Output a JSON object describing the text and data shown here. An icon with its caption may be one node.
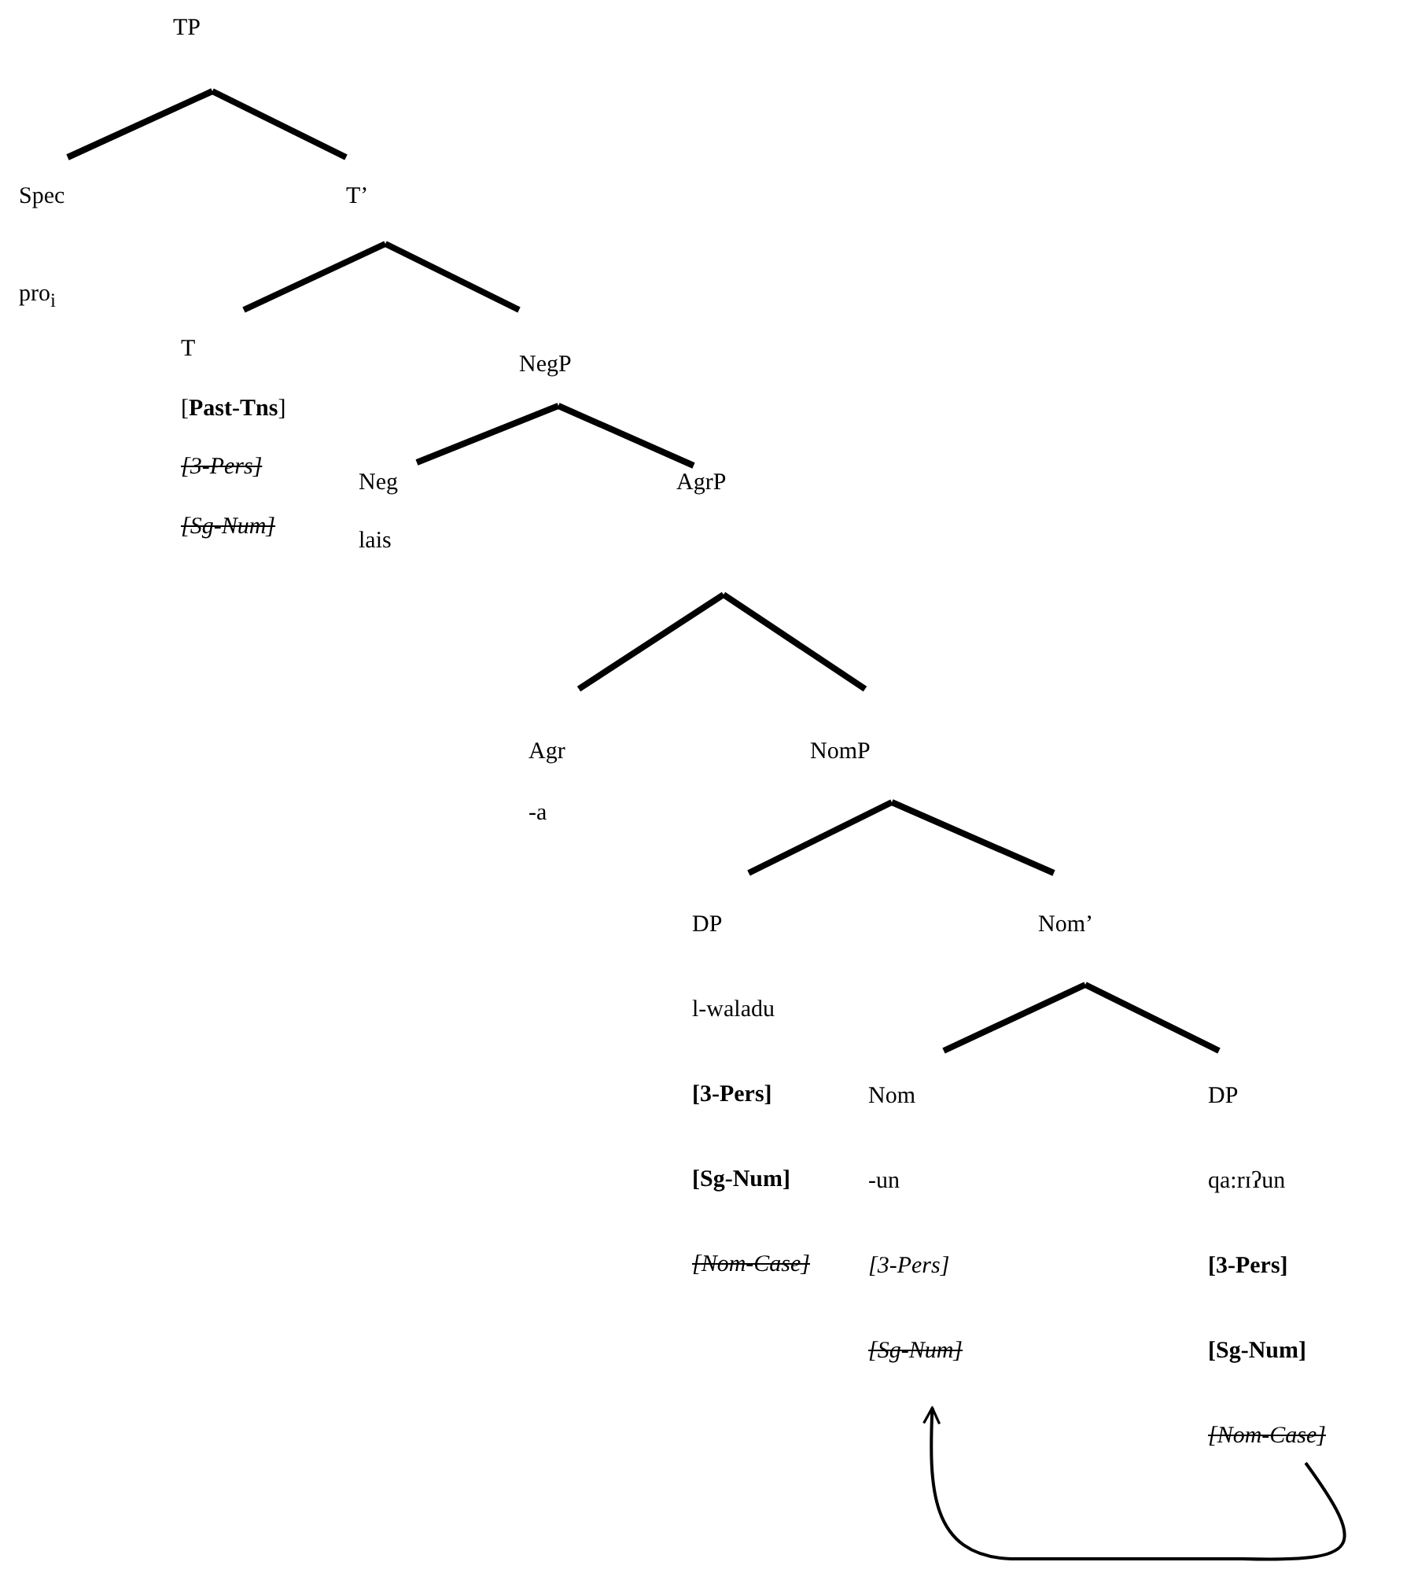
{
  "diagram": {
    "nodes": [
      {
        "text": [
          "TP"
        ]
      },
      {
        "text": [
          "Spec",
          "pro$_{i}$"
        ]
      },
      {
        "text": [
          "T’"
        ]
      },
      {
        "text": [
          "T",
          "[**Past-Tns**]",
          "[3-Pers]",
          "[Sg-Num]"
        ]
      },
      {
        "text": [
          "NegP"
        ]
      },
      {
        "text": [
          "Neg",
          "lais"
        ]
      },
      {
        "text": [
          "AgrP"
        ]
      },
      {
        "text": [
          "Agr",
          "-a"
        ]
      },
      {
        "text": [
          "NomP"
        ]
      },
      {
        "text": [
          "DP",
          "l-waladu",
          "[3-Pers]",
          "[Sg-Num]",
          "[Nom-Case]"
        ]
      },
      {
        "text": [
          "Nom’"
        ]
      },
      {
        "text": [
          "Nom",
          "-un",
          "[3-Pers]",
          "[Sg-Num]"
        ]
      },
      {
        "text": [
          "DP",
          "qa:rɪʔun",
          "[3-Pers]",
          "[Sg-Num]",
          "[Nom-Case]"
        ]
      }
    ],
    "edges": [
      {
        "from": 0,
        "to": 1,
        "arrow": "none"
      },
      {
        "from": 0,
        "to": 2,
        "arrow": "none"
      },
      {
        "from": 2,
        "to": 3,
        "arrow": "none"
      },
      {
        "from": 2,
        "to": 4,
        "arrow": "none"
      },
      {
        "from": 4,
        "to": 5,
        "arrow": "none"
      },
      {
        "from": 4,
        "to": 6,
        "arrow": "none"
      },
      {
        "from": 6,
        "to": 7,
        "arrow": "none"
      },
      {
        "from": 6,
        "to": 8,
        "arrow": "none"
      },
      {
        "from": 8,
        "to": 9,
        "arrow": "none"
      },
      {
        "from": 8,
        "to": 10,
        "arrow": "none"
      },
      {
        "from": 10,
        "to": 11,
        "arrow": "none"
      },
      {
        "from": 10,
        "to": 12,
        "arrow": "none"
      },
      {
        "from": 12,
        "to": 11,
        "arrow": "to"
      }
    ]
  }
}
